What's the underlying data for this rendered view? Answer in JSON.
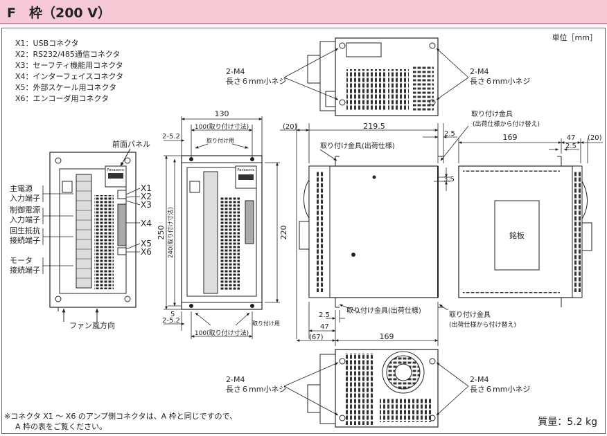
{
  "header": {
    "title": "F　枠（200 V）"
  },
  "unit_label": "単位［mm］",
  "connectors": [
    "X1：USBコネクタ",
    "X2：RS232/485通信コネクタ",
    "X3：セーフティ機能用コネクタ",
    "X4：インターフェイスコネクタ",
    "X5：外部スケール用コネクタ",
    "X6：エンコーダ用コネクタ"
  ],
  "front": {
    "panel_label": "前面パネル",
    "terminals": [
      {
        "line1": "主電源",
        "line2": "入力端子"
      },
      {
        "line1": "制御電源",
        "line2": "入力端子"
      },
      {
        "line1": "回生抵抗",
        "line2": "接続端子"
      },
      {
        "line1": "モータ",
        "line2": "接続端子"
      }
    ],
    "x_labels": [
      "X1",
      "X2",
      "X3",
      "X4",
      "X5",
      "X6"
    ],
    "fan_label": "ファン風方向",
    "brand": "Panasonic"
  },
  "dims_front": {
    "w130": "130",
    "w100_top": "100(取り付け寸法)",
    "d2_5_2_top": "2-5.2",
    "mount_top": "取り付け用",
    "h250": "250",
    "h240": "240(取り付け寸法)",
    "h220": "220",
    "d5": "5",
    "d2_5_2_bot": "2-5.2",
    "mount_bot": "取り付け用",
    "w100_bot": "100(取り付け寸法)"
  },
  "screws": {
    "label1": "2-M4",
    "label2": "長さ６mm小ネジ"
  },
  "side": {
    "d20_left": "(20)",
    "d219_5": "219.5",
    "d2_5_top": "2.5",
    "bracket_top1": "取り付け金具",
    "bracket_top2": "(出荷仕様から付け替え)",
    "bracket_ship_top": "取り付け金具(出荷仕様)",
    "d3_5": "3.5",
    "d2_5_bot": "2.5",
    "d47": "47",
    "bracket_ship_bot": "取り付け金具(出荷仕様)",
    "bracket_bot1": "取り付け金具",
    "bracket_bot2": "(出荷仕様から付け替え)",
    "d67": "(67)",
    "d169": "169"
  },
  "right": {
    "d169": "169",
    "d47": "47",
    "d20": "(20)",
    "d2_5": "2.5",
    "nameplate": "銘板"
  },
  "footnote": {
    "line1": "※コネクタ X1 ～ X6 のアンプ側コネクタは、A 枠と同じですので、",
    "line2": "A 枠の表をご覧ください。"
  },
  "mass": "質量：5.2 kg"
}
